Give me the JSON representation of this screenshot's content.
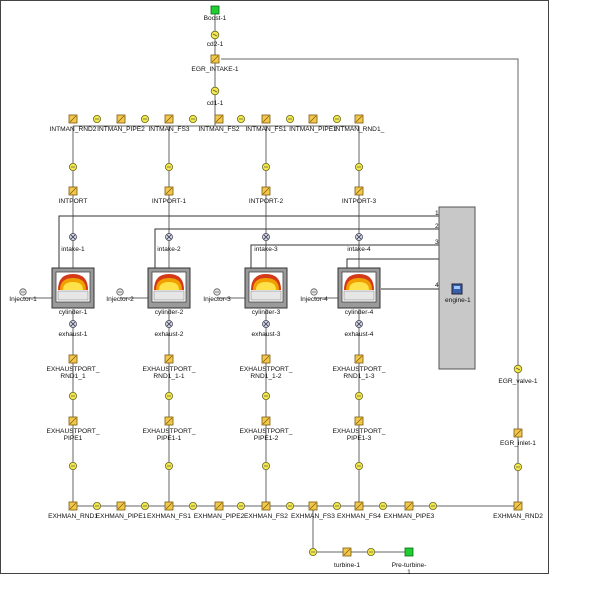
{
  "diagram": {
    "nodes": [
      {
        "id": "boost",
        "label": "Boost-1",
        "type": "green"
      },
      {
        "id": "cd2",
        "label": "cd2-1",
        "type": "orifice"
      },
      {
        "id": "egr_intake",
        "label": "EGR_INTAKE-1",
        "type": "pipe"
      },
      {
        "id": "cd1",
        "label": "cd1-1",
        "type": "orifice"
      },
      {
        "id": "intman_rnd2",
        "label": "INTMAN_RND2",
        "type": "pipe"
      },
      {
        "id": "intman_pipe2",
        "label": "INTMAN_PIPE2",
        "type": "pipe"
      },
      {
        "id": "intman_fs3",
        "label": "INTMAN_FS3",
        "type": "pipe"
      },
      {
        "id": "intman_fs2",
        "label": "INTMAN_FS2",
        "type": "pipe"
      },
      {
        "id": "intman_fs1",
        "label": "INTMAN_FS1",
        "type": "pipe"
      },
      {
        "id": "intman_pipe1",
        "label": "INTMAN_PIPE1",
        "type": "pipe"
      },
      {
        "id": "intman_rnd1",
        "label": "INTMAN_RND1_",
        "type": "pipe"
      },
      {
        "id": "intport",
        "label": "INTPORT",
        "type": "pipe"
      },
      {
        "id": "intport1",
        "label": "INTPORT-1",
        "type": "pipe"
      },
      {
        "id": "intport2",
        "label": "INTPORT-2",
        "type": "pipe"
      },
      {
        "id": "intport3",
        "label": "INTPORT-3",
        "type": "pipe"
      },
      {
        "id": "intake1",
        "label": "intake-1",
        "type": "valve"
      },
      {
        "id": "intake2",
        "label": "intake-2",
        "type": "valve"
      },
      {
        "id": "intake3",
        "label": "intake-3",
        "type": "valve"
      },
      {
        "id": "intake4",
        "label": "intake-4",
        "type": "valve"
      },
      {
        "id": "inj1",
        "label": "Injector-1",
        "type": "injector"
      },
      {
        "id": "inj2",
        "label": "Injector-2",
        "type": "injector"
      },
      {
        "id": "inj3",
        "label": "Injector-3",
        "type": "injector"
      },
      {
        "id": "inj4",
        "label": "Injector-4",
        "type": "injector"
      },
      {
        "id": "cyl1",
        "label": "cylinder-1",
        "type": "cylinder"
      },
      {
        "id": "cyl2",
        "label": "cylinder-2",
        "type": "cylinder"
      },
      {
        "id": "cyl3",
        "label": "cylinder-3",
        "type": "cylinder"
      },
      {
        "id": "cyl4",
        "label": "cylinder-4",
        "type": "cylinder"
      },
      {
        "id": "engine",
        "label": "engine-1",
        "type": "engine"
      },
      {
        "id": "exh1",
        "label": "exhaust-1",
        "type": "valve"
      },
      {
        "id": "exh2",
        "label": "exhaust-2",
        "type": "valve"
      },
      {
        "id": "exh3",
        "label": "exhaust-3",
        "type": "valve"
      },
      {
        "id": "exh4",
        "label": "exhaust-4",
        "type": "valve"
      },
      {
        "id": "ep_rnd1",
        "label": "EXHAUSTPORT_",
        "label2": "RND1_1",
        "type": "pipe"
      },
      {
        "id": "ep_rnd11",
        "label": "EXHAUSTPORT_",
        "label2": "RND1_1-1",
        "type": "pipe"
      },
      {
        "id": "ep_rnd12",
        "label": "EXHAUSTPORT_",
        "label2": "RND1_1-2",
        "type": "pipe"
      },
      {
        "id": "ep_rnd13",
        "label": "EXHAUSTPORT_",
        "label2": "RND1_1-3",
        "type": "pipe"
      },
      {
        "id": "ep_pipe1",
        "label": "EXHAUSTPORT_",
        "label2": "PIPE1",
        "type": "pipe"
      },
      {
        "id": "ep_pipe11",
        "label": "EXHAUSTPORT_",
        "label2": "PIPE1-1",
        "type": "pipe"
      },
      {
        "id": "ep_pipe12",
        "label": "EXHAUSTPORT_",
        "label2": "PIPE1-2",
        "type": "pipe"
      },
      {
        "id": "ep_pipe13",
        "label": "EXHAUSTPORT_",
        "label2": "PIPE1-3",
        "type": "pipe"
      },
      {
        "id": "egr_valve",
        "label": "EGR_valve-1",
        "type": "orifice"
      },
      {
        "id": "egr_inlet",
        "label": "EGR_inlet-1",
        "type": "pipe"
      },
      {
        "id": "exhman_rnd1",
        "label": "EXHMAN_RND1",
        "type": "pipe"
      },
      {
        "id": "exhman_pipe1",
        "label": "EXHMAN_PIPE1",
        "type": "pipe"
      },
      {
        "id": "exhman_fs1",
        "label": "EXHMAN_FS1",
        "type": "pipe"
      },
      {
        "id": "exhman_pipe2",
        "label": "EXHMAN_PIPE2",
        "type": "pipe"
      },
      {
        "id": "exhman_fs2",
        "label": "EXHMAN_FS2",
        "type": "pipe"
      },
      {
        "id": "exhman_fs3",
        "label": "EXHMAN_FS3",
        "type": "pipe"
      },
      {
        "id": "exhman_fs4",
        "label": "EXHMAN_FS4",
        "type": "pipe"
      },
      {
        "id": "exhman_pipe3",
        "label": "EXHMAN_PIPE3",
        "type": "pipe"
      },
      {
        "id": "exhman_rnd2",
        "label": "EXHMAN_RND2",
        "type": "pipe"
      },
      {
        "id": "turbine",
        "label": "turbine-1",
        "type": "pipe"
      },
      {
        "id": "preturb",
        "label": "Pre-turbine-",
        "label2": "1",
        "type": "green"
      }
    ],
    "port_numbers": [
      "1",
      "2",
      "3",
      "4"
    ],
    "colors": {
      "green": "#22cc33",
      "orifice": "#f4e84a",
      "pipe": "#f2c84a",
      "wire": "#666666",
      "engine": "#c8c8c8",
      "flame": "#f0a000"
    }
  }
}
